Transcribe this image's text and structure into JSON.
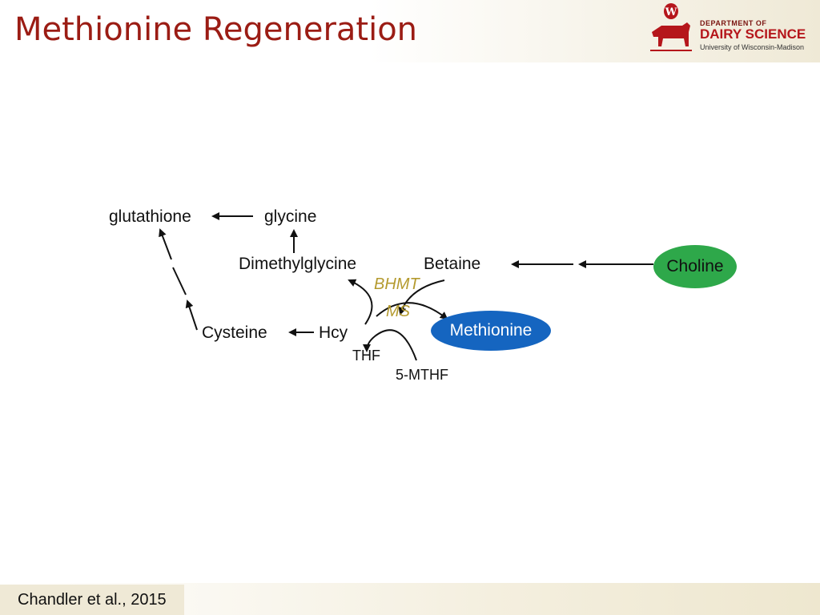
{
  "slide": {
    "title": "Methionine Regeneration",
    "citation": "Chandler et al., 2015"
  },
  "logo": {
    "line1": "DEPARTMENT OF",
    "line2": "DAIRY SCIENCE",
    "line3": "University of Wisconsin-Madison",
    "crest_letter": "W"
  },
  "diagram": {
    "nodes": {
      "glutathione": "glutathione",
      "glycine": "glycine",
      "dimethylglycine": "Dimethylglycine",
      "betaine": "Betaine",
      "choline": "Choline",
      "cysteine": "Cysteine",
      "hcy": "Hcy",
      "methionine": "Methionine",
      "thf": "THF",
      "mthf": "5-MTHF"
    },
    "enzymes": {
      "bhmt": "BHMT",
      "ms": "MS"
    },
    "colors": {
      "choline_fill": "#2ea84a",
      "methionine_fill": "#1565c0",
      "enzyme_text": "#b49a2e",
      "title_text": "#9b1c14"
    }
  }
}
